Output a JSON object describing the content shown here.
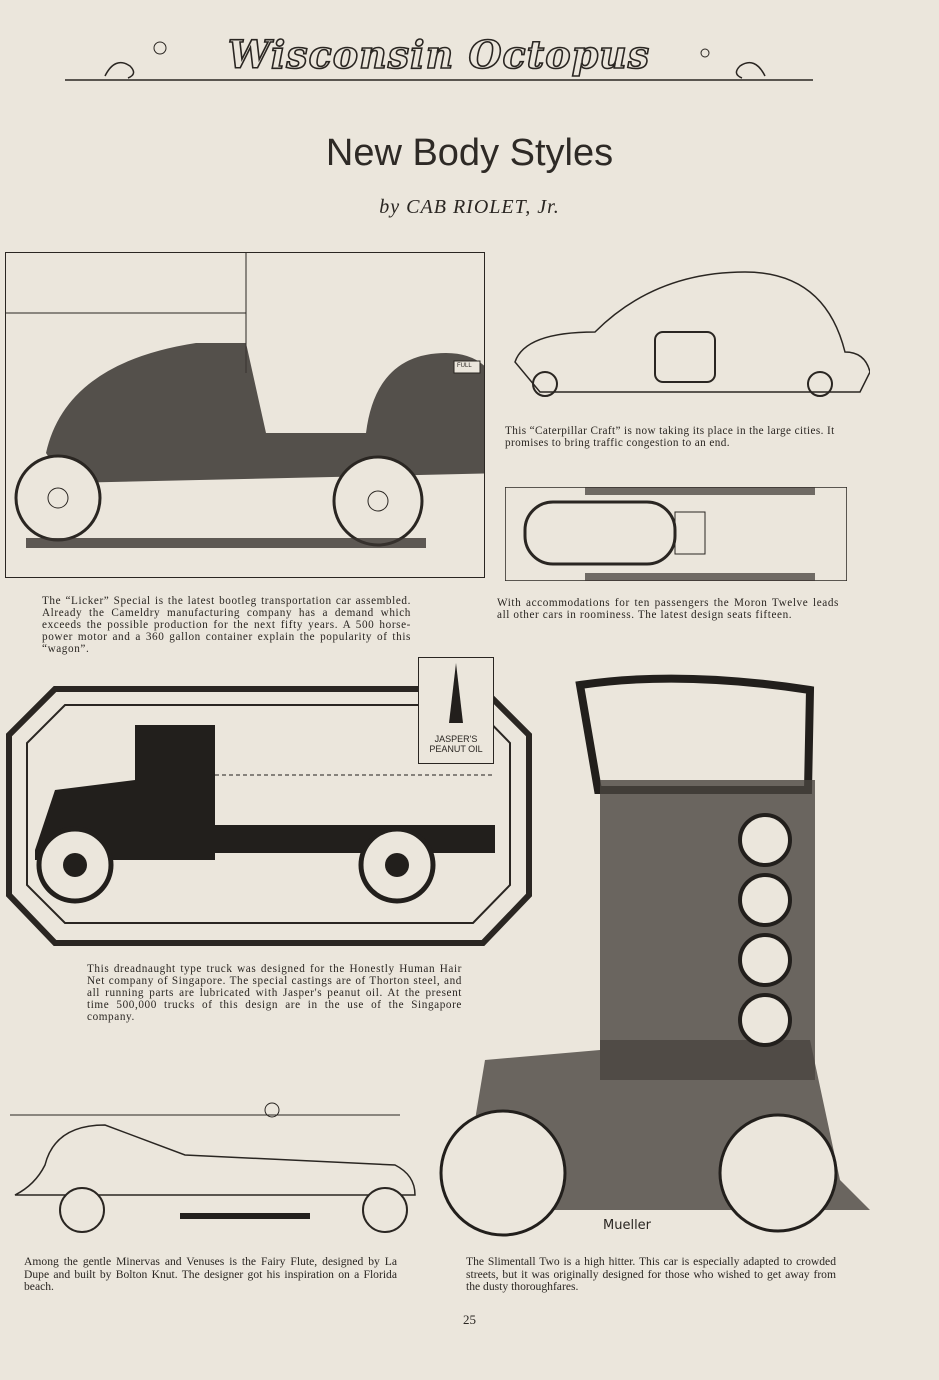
{
  "masthead": {
    "title": "Wisconsin Octopus"
  },
  "article": {
    "title": "New Body Styles",
    "byline": "by CAB RIOLET, Jr."
  },
  "illustrations": {
    "licker_sign": "FULL",
    "jasper_sign": "JASPER'S PEANUT OIL",
    "signature": "Mueller"
  },
  "captions": {
    "licker": "The “Licker” Special is the latest bootleg transportation car assembled. Already the Cameldry manufacturing company has a demand which exceeds the possible production for the next fifty years. A 500 horse-power motor and a 360 gallon container explain the popularity of this “wagon”.",
    "caterpillar": "This “Caterpillar Craft” is now taking its place in the large cities. It promises to bring traffic congestion to an end.",
    "moron": "With accommodations for ten passengers the Moron Twelve leads all other cars in roominess. The latest design seats fifteen.",
    "truck": "This dreadnaught type truck was designed for the Honestly Human Hair Net company of Singapore. The special castings are of Thorton steel, and all running parts are lubricated with Jasper's peanut oil. At the present time 500,000 trucks of this design are in the use of the Singapore company.",
    "fairy_flute": "Among the gentle Minervas and Venuses is the Fairy Flute, designed by La Dupe and built by Bolton Knut. The designer got his inspiration on a Florida beach.",
    "slimentall": "The Slimentall Two is a high hitter. This car is especially adapted to crowded streets, but it was originally designed for those who wished to get away from the dusty thoroughfares."
  },
  "page_number": "25"
}
